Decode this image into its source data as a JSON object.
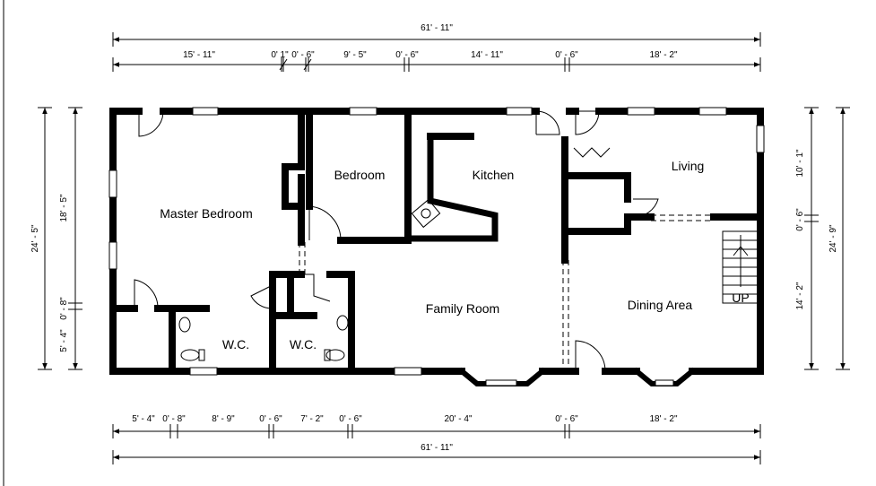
{
  "rooms": {
    "master_bedroom": "Master Bedroom",
    "bedroom": "Bedroom",
    "kitchen": "Kitchen",
    "living": "Living",
    "family_room": "Family Room",
    "dining_area": "Dining Area",
    "wc_left": "W.C.",
    "wc_right": "W.C.",
    "stair_up": "UP"
  },
  "dimensions": {
    "top_overall": "61' - 11\"",
    "top": [
      "15' - 11\"",
      "0' 1\"",
      "0' - 6\"",
      "9' - 5\"",
      "0' - 6\"",
      "14' - 11\"",
      "0' - 6\"",
      "18' - 2\""
    ],
    "bottom": [
      "5' - 4\"",
      "0' - 8\"",
      "8' - 9\"",
      "0' - 6\"",
      "7' - 2\"",
      "0' - 6\"",
      "20' - 4\"",
      "0' - 6\"",
      "18' - 2\""
    ],
    "bottom_overall": "61' - 11\"",
    "left_overall": "24' - 5\"",
    "left": [
      "18' - 5\"",
      "0' - 8\"",
      "5' - 4\""
    ],
    "right": [
      "10' - 1\"",
      "0' - 6\"",
      "14' - 2\""
    ],
    "right_overall": "24' - 9\""
  }
}
